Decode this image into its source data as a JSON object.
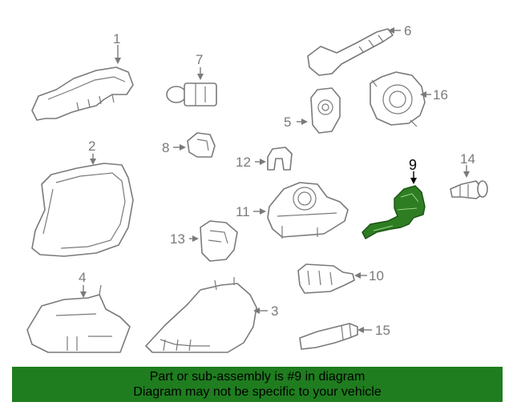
{
  "callouts": {
    "c1": "1",
    "c2": "2",
    "c3": "3",
    "c4": "4",
    "c5": "5",
    "c6": "6",
    "c7": "7",
    "c8": "8",
    "c9": "9",
    "c10": "10",
    "c11": "11",
    "c12": "12",
    "c13": "13",
    "c14": "14",
    "c15": "15",
    "c16": "16"
  },
  "banner": {
    "line1": "Part or sub-assembly is #9 in diagram",
    "line2": "Diagram may not be specific to your vehicle"
  },
  "colors": {
    "line_art": "#7a7a7a",
    "highlight_part": "#2e7d22",
    "banner_bg": "#1f7d1f"
  }
}
